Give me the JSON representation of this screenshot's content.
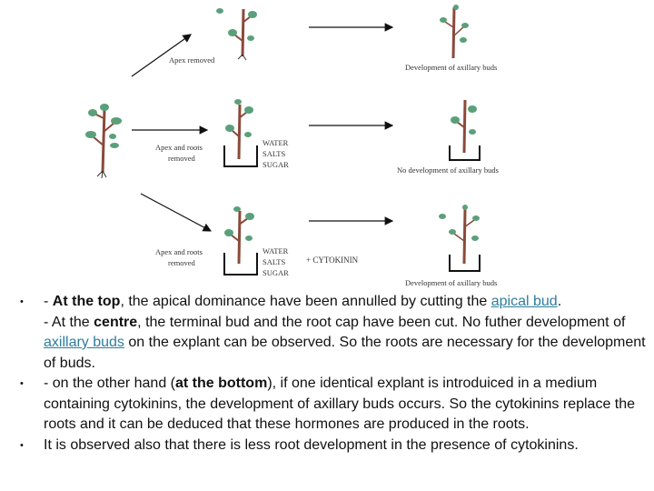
{
  "diagram": {
    "apex_removed": "Apex removed",
    "apex_roots_removed_1": "Apex and roots",
    "apex_roots_removed_2": "removed",
    "apex_roots_removed2_1": "Apex and roots",
    "apex_roots_removed2_2": "removed",
    "medium_1": [
      "WATER",
      "SALTS",
      "SUGAR"
    ],
    "medium_2": [
      "WATER",
      "SALTS",
      "SUGAR"
    ],
    "cytokinin": "+ CYTOKININ",
    "result_1": "Development of axillary buds",
    "result_2": "No development of axillary buds",
    "result_3": "Development of axillary buds"
  },
  "bullets": [
    {
      "p1": "- ",
      "b1": "At the top",
      "p2": ", the apical dominance have been annulled by cutting the ",
      "l1": "apical bud",
      "p3": ".",
      "p4": "- At the ",
      "b2": "centre",
      "p5": ", the terminal bud and the root cap have been cut. No futher development of ",
      "l2": "axillary buds",
      "p6": " on the explant can be observed. So the roots are necessary for the development of buds."
    },
    {
      "p1": "- on the other hand (",
      "b1": "at the bottom",
      "p2": "), if one identical explant is introduiced in a medium containing cytokinins, the development of axillary buds occurs. So the cytokinins replace the roots and it can be deduced that these hormones are produced in the roots."
    },
    {
      "p1": "It is observed also that there is less root development in the presence of cytokinins."
    }
  ]
}
